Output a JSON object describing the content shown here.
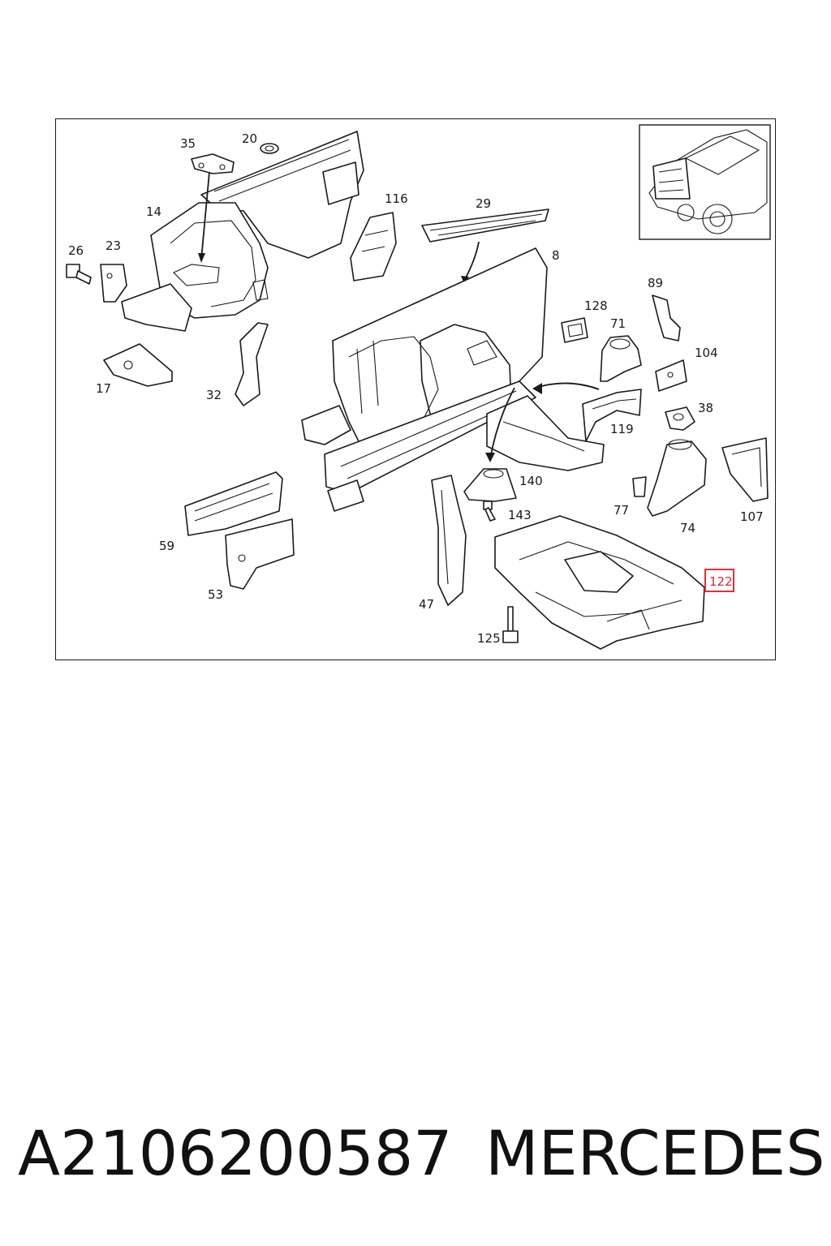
{
  "diagram": {
    "callouts": {
      "c20": "20",
      "c35": "35",
      "c14": "14",
      "c26": "26",
      "c23": "23",
      "c116": "116",
      "c29": "29",
      "c8": "8",
      "c89": "89",
      "c128": "128",
      "c71": "71",
      "c104": "104",
      "c38": "38",
      "c119": "119",
      "c17": "17",
      "c32": "32",
      "c140": "140",
      "c143": "143",
      "c77": "77",
      "c74": "74",
      "c107": "107",
      "c59": "59",
      "c53": "53",
      "c47": "47",
      "c125": "125",
      "c122": "122"
    },
    "highlighted_callout": "122",
    "highlight_color": "#e0303a",
    "line_color": "#1a1a1a"
  },
  "footer": {
    "part_number": "A2106200587",
    "brand": "MERCEDES"
  }
}
